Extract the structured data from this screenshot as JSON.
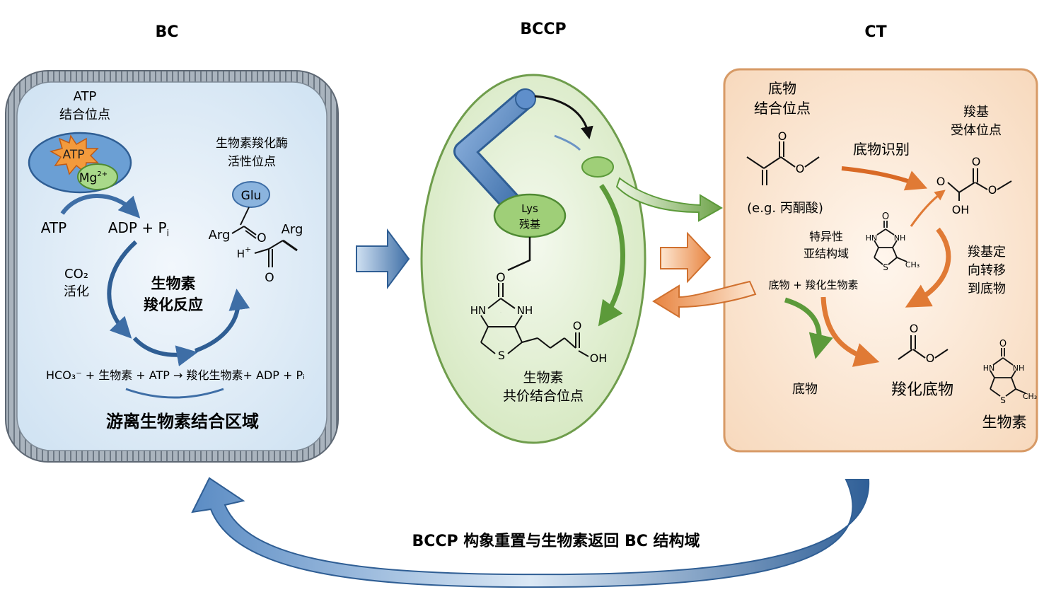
{
  "sections": {
    "bc": "BC",
    "bccp": "BCCP",
    "ct": "CT"
  },
  "bc": {
    "atp_site_l1": "ATP",
    "atp_site_l2": "结合位点",
    "atp_badge": "ATP",
    "mg": "Mg",
    "mg_sup": "2+",
    "atp_left": "ATP",
    "adp_pi": "ADP + P",
    "adp_pi_sub": "i",
    "bc_active_l1": "生物素羧化酶",
    "bc_active_l2": "活性位点",
    "glu": "Glu",
    "arg_left": "Arg",
    "arg_right": "Arg",
    "h_plus": "H",
    "plus_sign": "+",
    "o_left": "O",
    "o_right": "O",
    "co2_l1": "CO₂",
    "co2_l2": "活化",
    "reaction_center_l1": "生物素",
    "reaction_center_l2": "羧化反应",
    "equation": "HCO₃⁻ + 生物素 + ATP → 羧化生物素+ ADP + Pᵢ",
    "free_region": "游离生物素结合区域"
  },
  "bccp": {
    "lys_l1": "Lys",
    "lys_l2": "残基",
    "o_link": "O",
    "hn": "HN",
    "nh": "NH",
    "o_top": "O",
    "s": "S",
    "oh": "OH",
    "o_acid": "O",
    "site_l1": "生物素",
    "site_l2": "共价结合位点"
  },
  "ct": {
    "substrate_site_l1": "底物",
    "substrate_site_l2": "结合位点",
    "pyruvate_eg": "(e.g. 丙酮酸)",
    "recognition": "底物识别",
    "acceptor_l1": "羧基",
    "acceptor_l2": "受体位点",
    "o1": "O",
    "o2": "O",
    "o3": "O",
    "o4": "O",
    "o5": "O",
    "oh": "OH",
    "specific_l1": "特异性",
    "specific_l2": "亚结构域",
    "hn": "HN",
    "nh": "NH",
    "o_ring": "O",
    "s_ring": "S",
    "ch3_ring": "CH₃",
    "transfer_l1": "羧基定",
    "transfer_l2": "向转移",
    "transfer_l3": "到底物",
    "substrate_plus": "底物 + 羧化生物素",
    "substrate": "底物",
    "carboxylated_substrate": "羧化底物",
    "biotin": "生物素",
    "hn2": "HN",
    "nh2": "NH",
    "o_ring2": "O",
    "s_ring2": "S",
    "ch3_ring2": "CH₃",
    "o_prod": "O",
    "o_prod2": "O"
  },
  "bottom": {
    "cycle_label": "BCCP 构象重置与生物素返回 BC 结构域"
  },
  "colors": {
    "bc_fill": "#dcebf7",
    "bc_border": "#7e8a96",
    "bccp_fill": "#e4f0d6",
    "bccp_border": "#6f9d4c",
    "ct_fill": "#fbe6d2",
    "ct_border": "#d79a66",
    "blue_arrow": "#4e7fb5",
    "green_arrow": "#6fa04a",
    "orange_arrow": "#e8884a"
  }
}
